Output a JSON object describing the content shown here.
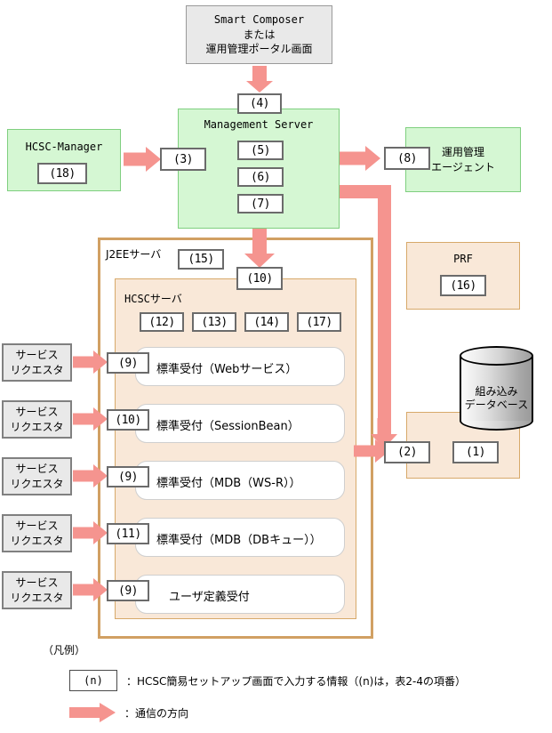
{
  "diagram": {
    "title": "HCSC system configuration diagram",
    "colors": {
      "arrow": "#f5948f",
      "green_fill": "#d5f7d3",
      "green_border": "#7fcf7f",
      "peach_fill": "#f9e8d8",
      "peach_border": "#d7a96a",
      "gray_fill": "#e9e9e9",
      "chip_border": "#6b6b6b"
    },
    "nodes": {
      "smart_composer": {
        "line1": "Smart Composer",
        "line2": "または",
        "line3": "運用管理ポータル画面"
      },
      "management_server": {
        "title": "Management Server",
        "chip_top": "(4)",
        "chips": [
          "(5)",
          "(6)",
          "(7)"
        ]
      },
      "hcsc_manager": {
        "title": "HCSC-Manager",
        "chip": "(18)"
      },
      "chip_mgr_to_ms": "(3)",
      "ops_agent": {
        "chip": "(8)",
        "line1": "運用管理",
        "line2": "エージェント"
      },
      "j2ee_server": {
        "title": "J2EEサーバ",
        "chip": "(15)",
        "inbound_chip": "(10)"
      },
      "hcsc_server": {
        "title": "HCSCサーバ",
        "chips": [
          "(12)",
          "(13)",
          "(14)",
          "(17)"
        ]
      },
      "prf": {
        "title": "PRF",
        "chip": "(16)"
      },
      "database": {
        "line1": "組み込み",
        "line2": "データベース"
      },
      "db_area": {
        "chip_left": "(2)",
        "chip_right": "(1)"
      }
    },
    "requestors": [
      {
        "name_line1": "サービス",
        "name_line2": "リクエスタ",
        "chip": "(9)",
        "receiver": "標準受付（Webサービス）"
      },
      {
        "name_line1": "サービス",
        "name_line2": "リクエスタ",
        "chip": "(10)",
        "receiver": "標準受付（SessionBean）"
      },
      {
        "name_line1": "サービス",
        "name_line2": "リクエスタ",
        "chip": "(9)",
        "receiver": "標準受付（MDB（WS-R））"
      },
      {
        "name_line1": "サービス",
        "name_line2": "リクエスタ",
        "chip": "(11)",
        "receiver": "標準受付（MDB（DBキュー））"
      },
      {
        "name_line1": "サービス",
        "name_line2": "リクエスタ",
        "chip": "(9)",
        "receiver": "ユーザ定義受付"
      }
    ],
    "legend": {
      "title": "（凡例）",
      "chip_sample": "(n)",
      "chip_description": "：HCSC簡易セットアップ画面で入力する情報（(n)は，表2-4の項番）",
      "arrow_description": "：通信の方向"
    }
  }
}
